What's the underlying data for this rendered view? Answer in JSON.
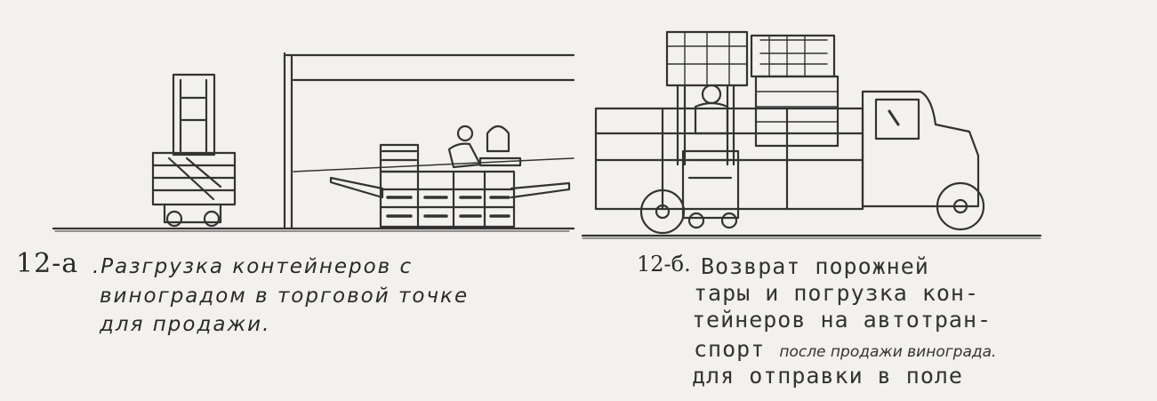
{
  "figure_a": {
    "number": "12-а",
    "caption_lines": [
      ".Разгрузка контейнеров с",
      "виноградом в торговой точке",
      "для продажи."
    ]
  },
  "figure_b": {
    "number": "12-б.",
    "caption_lines": [
      "Возврат порожней",
      "тары и погрузка кон-",
      "тейнеров на автотран-"
    ],
    "caption_line4_main": "спорт",
    "caption_line4_small": "после продажи винограда.",
    "caption_line5": "для отправки в поле"
  }
}
